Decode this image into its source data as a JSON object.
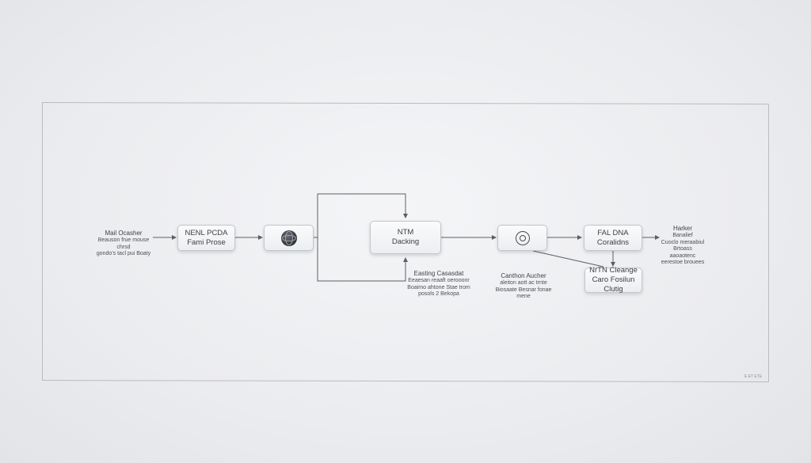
{
  "nodes": {
    "input": {
      "line1": "Mail Ocasher",
      "line2": "Beauson frue mouse chrsd",
      "line3": "gondo's tacl pui Boaty"
    },
    "box1": {
      "line1": "NENL PCDA",
      "line2": "Fami Prose"
    },
    "globe": {
      "icon": "globe-icon"
    },
    "box2": {
      "line1": "NTM",
      "line2": "Dacking"
    },
    "box2_caption": {
      "line1": "Easting Casasdat",
      "line2": "Eeaesan reaaft oerooonr",
      "line3": "Boaimo ahtone Stae trom",
      "line4": "posols 2 Bekopa"
    },
    "gear": {
      "icon": "gear-icon"
    },
    "gear_caption": {
      "line1": "Canthon Aucher",
      "line2": "aleiton aott ac trnte",
      "line3": "Biosaate Besnar fonae mene"
    },
    "box3": {
      "line1": "FAL DNA",
      "line2": "Coralidns"
    },
    "box4": {
      "line1": "NrTN Cleange",
      "line2": "Caro Fosilun Clutig"
    },
    "output": {
      "line1": "Harker",
      "line2": "Banalief",
      "line3": "Cuoclo meraabiul",
      "line4": "Brtoass aaoaotenc",
      "line5": "eerestoe brouees"
    }
  },
  "corner_mark": "E ET ETE",
  "colors": {
    "wire": "#5c5f65",
    "frame": "#b9bcc2",
    "node_border": "#c3c6cc"
  }
}
